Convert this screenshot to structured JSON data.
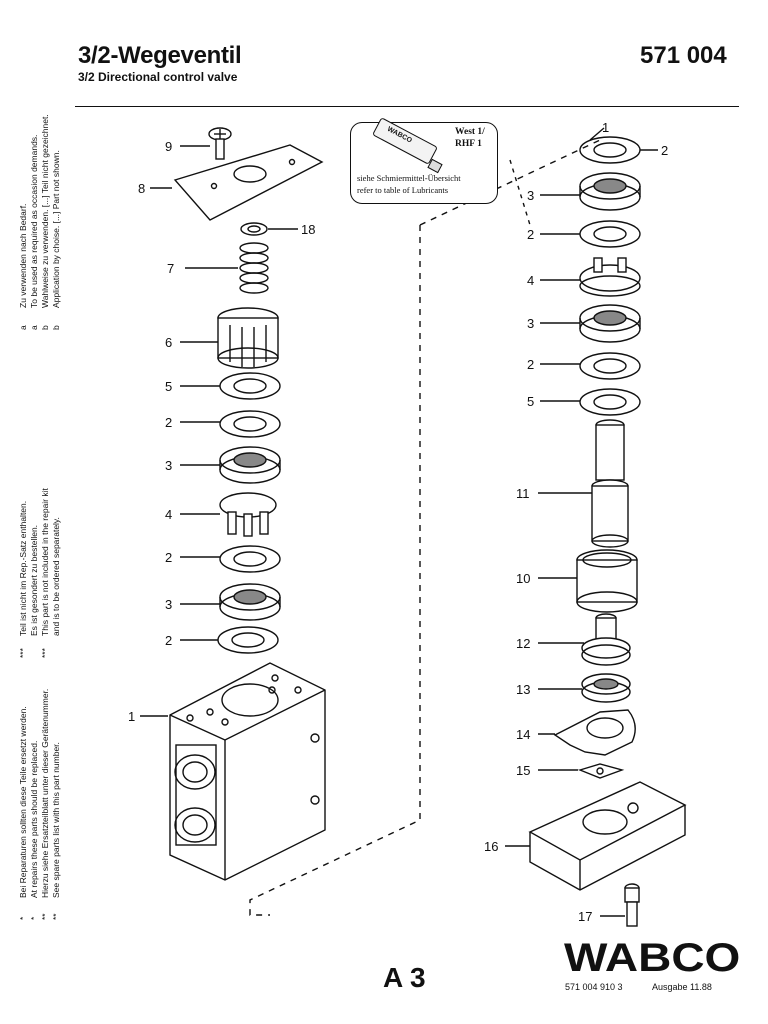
{
  "header": {
    "title": "3/2-Wegeventil",
    "subtitle": "3/2 Directional control valve",
    "part_number": "571 004"
  },
  "side_notes": {
    "block1": [
      {
        "mark": "*",
        "text": "Bei Reparaturen sollten diese Teile ersetzt werden."
      },
      {
        "mark": "*",
        "text": "At repairs these parts should be replaced."
      },
      {
        "mark": "**",
        "text": "Hierzu siehe Ersatzteilblatt unter dieser Gerätenummer."
      },
      {
        "mark": "**",
        "text": "See spare parts list with this part number."
      }
    ],
    "block2": [
      {
        "mark": "***",
        "text": "Teil ist nicht im Rep.-Satz enthalten."
      },
      {
        "mark": "",
        "text": "Es ist gesondert zu bestellen."
      },
      {
        "mark": "***",
        "text": "This part is not included in the repair kit"
      },
      {
        "mark": "",
        "text": "and is to be ordered separately."
      }
    ],
    "block3": [
      {
        "mark": "a",
        "text": "Zu verwenden nach Bedarf."
      },
      {
        "mark": "a",
        "text": "To be used as required as occasion demands."
      },
      {
        "mark": "b",
        "text": "Wahlweise zu verwenden.  [...] Teil nicht gezeichnet."
      },
      {
        "mark": "b",
        "text": "Application by choise.    [...] Part not shown."
      }
    ]
  },
  "lubricant": {
    "ref_line1": "West 1/",
    "ref_line2": "RHF 1",
    "note_de": "siehe Schmiermittel-Übersicht",
    "note_en": "refer to table of Lubricants",
    "tube_label": "WABCO"
  },
  "callouts": {
    "left": [
      "9",
      "8",
      "18",
      "7",
      "6",
      "5",
      "2",
      "3",
      "4",
      "2",
      "3",
      "2",
      "1"
    ],
    "right": [
      "1",
      "2",
      "3",
      "2",
      "4",
      "3",
      "2",
      "5",
      "11",
      "10",
      "12",
      "13",
      "14",
      "15",
      "16",
      "17"
    ]
  },
  "footer": {
    "page_code": "A 3",
    "brand": "WABCO",
    "doc_number": "571 004 910 3",
    "edition": "Ausgabe  11.88"
  },
  "colors": {
    "ink": "#111111",
    "paper": "#ffffff"
  }
}
